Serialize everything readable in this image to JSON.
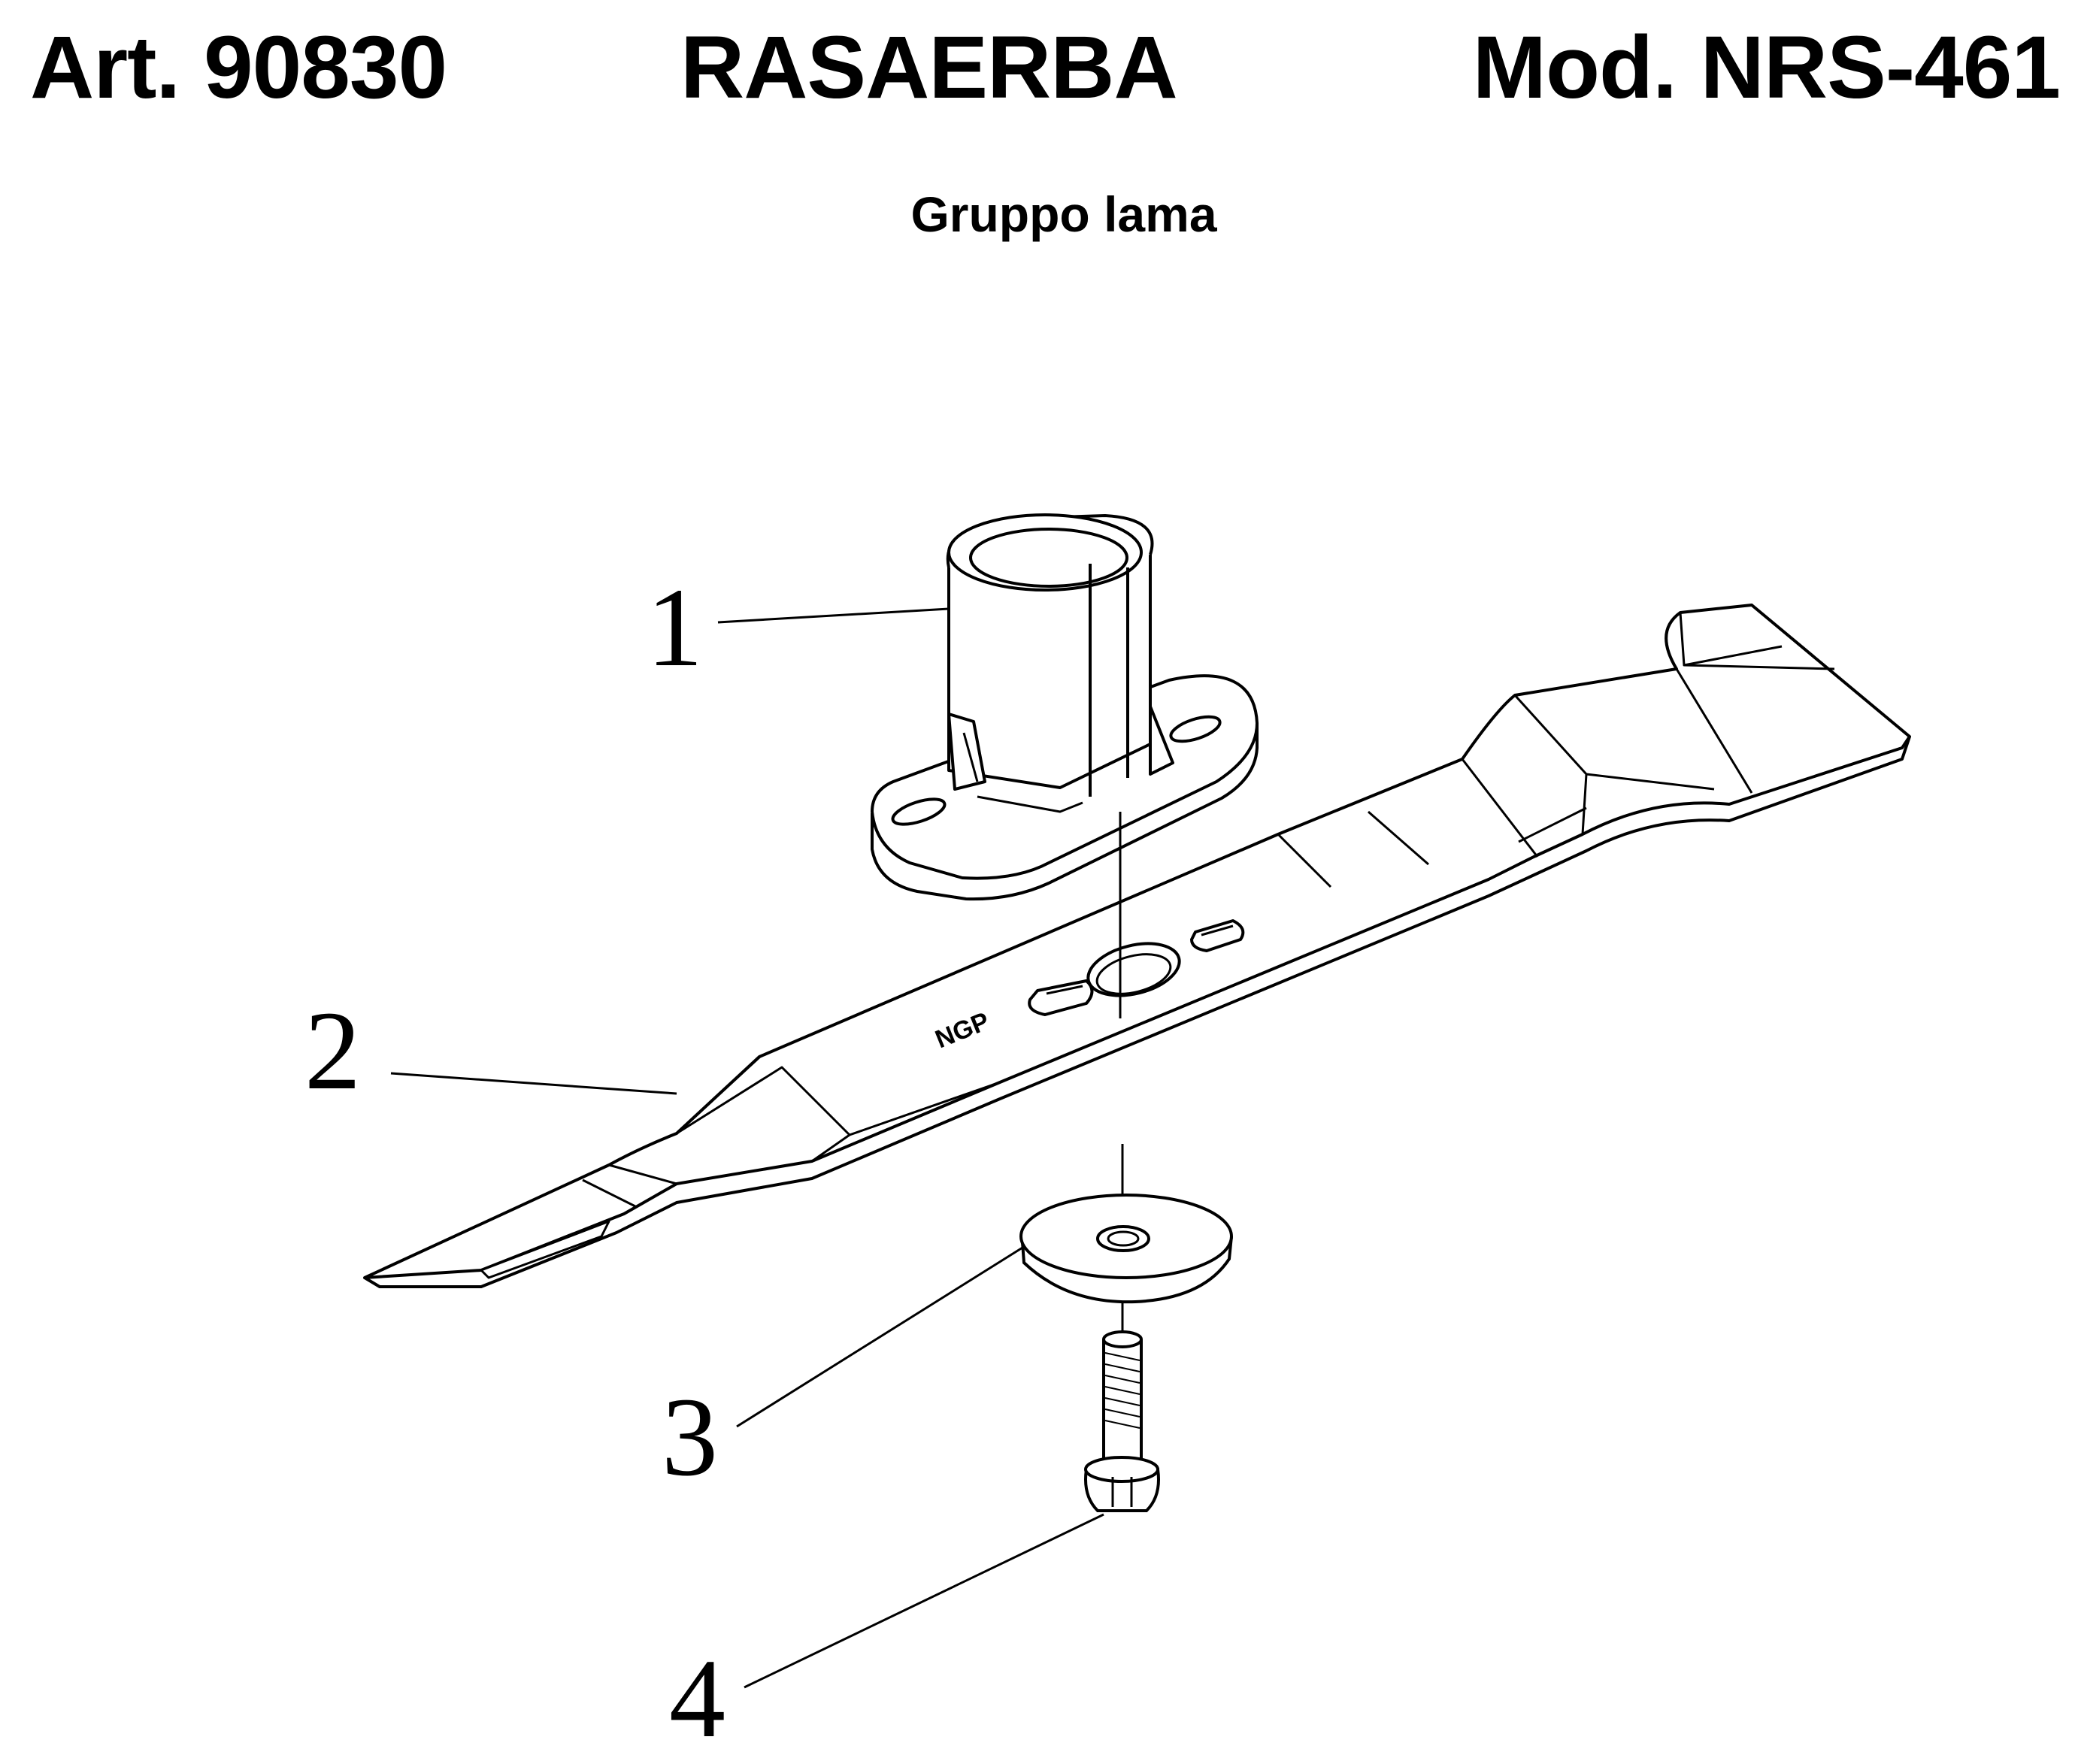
{
  "header": {
    "article": "Art. 90830",
    "product": "RASAERBA",
    "model": "Mod. NRS-461"
  },
  "subtitle": "Gruppo lama",
  "blade_marking": "NGP",
  "parts": [
    {
      "number": "1"
    },
    {
      "number": "2"
    },
    {
      "number": "3"
    },
    {
      "number": "4"
    }
  ]
}
